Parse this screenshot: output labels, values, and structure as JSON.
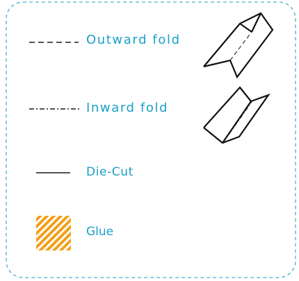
{
  "colors": {
    "accent": "#1a9fc9",
    "frame_border": "#4aaed0",
    "line": "#1a1a1a",
    "glue_stripe_a": "#f1a01a",
    "glue_stripe_b": "#ffffff"
  },
  "legend": {
    "outward_fold": {
      "label": "Outward fold",
      "line_style": "dashed"
    },
    "inward_fold": {
      "label": "Inward fold",
      "line_style": "dash-dot"
    },
    "die_cut": {
      "label": "Die-Cut",
      "line_style": "solid"
    },
    "glue": {
      "label": "Glue",
      "swatch": "diagonal-stripes"
    }
  },
  "icons": {
    "outward_fold_illustration": "folded-mountain-icon",
    "inward_fold_illustration": "folded-valley-icon",
    "glue_swatch": "hatched-swatch-icon"
  }
}
